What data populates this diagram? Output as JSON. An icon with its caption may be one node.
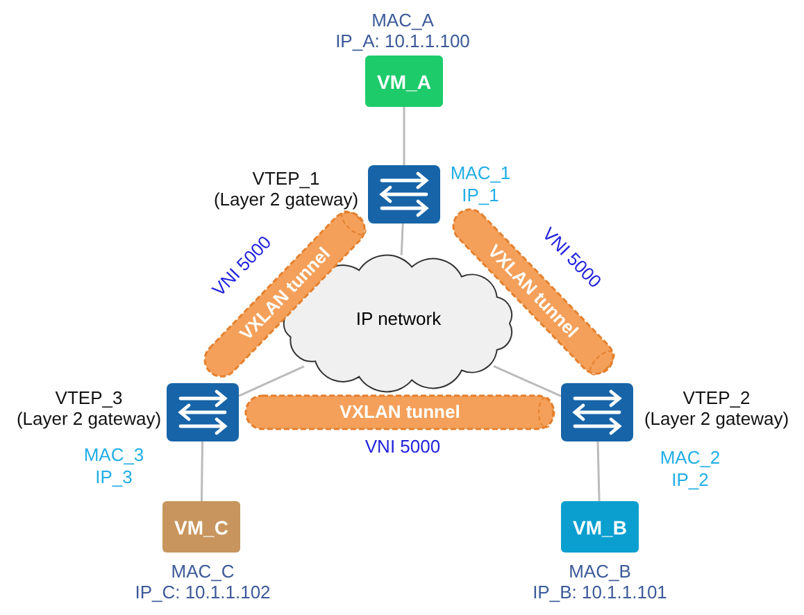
{
  "diagram": {
    "nodes": [
      {
        "text": [
          "VM_A"
        ],
        "beside": [
          "MAC_A",
          "IP_A: 10.1.1.100"
        ]
      },
      {
        "text": [],
        "shape": "box",
        "beside": [
          "VTEP_1",
          "(Layer 2 gateway)",
          "MAC_1",
          "IP_1"
        ]
      },
      {
        "text": [
          "IP network"
        ]
      },
      {
        "text": [],
        "shape": "box",
        "beside": [
          "VTEP_3",
          "(Layer 2 gateway)",
          "MAC_3",
          "IP_3"
        ]
      },
      {
        "text": [],
        "shape": "box",
        "beside": [
          "VTEP_2",
          "(Layer 2 gateway)",
          "MAC_2",
          "IP_2"
        ]
      },
      {
        "text": [
          "VM_C"
        ],
        "beside": [
          "MAC_C",
          "IP_C: 10.1.1.102"
        ]
      },
      {
        "text": [
          "VM_B"
        ],
        "beside": [
          "MAC_B",
          "IP_B: 10.1.1.101"
        ]
      }
    ],
    "edges": [
      {
        "from": 0,
        "to": 1,
        "arrow": "none"
      },
      {
        "from": 1,
        "to": 2,
        "arrow": "none"
      },
      {
        "from": 2,
        "to": 3,
        "arrow": "none"
      },
      {
        "from": 2,
        "to": 4,
        "arrow": "none"
      },
      {
        "from": 3,
        "to": 5,
        "arrow": "none"
      },
      {
        "from": 4,
        "to": 6,
        "arrow": "none"
      }
    ],
    "labels": [
      "VNI 5000",
      "VXLAN tunnel",
      "VXLAN tunnel",
      "VNI 5000",
      "VXLAN tunnel",
      "VNI 5000"
    ]
  }
}
